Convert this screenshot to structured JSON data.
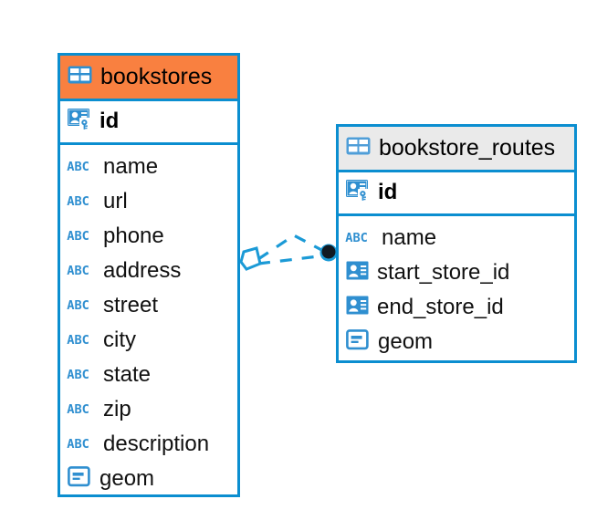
{
  "diagram": {
    "type": "entity-relationship-diagram",
    "background": "#ffffff",
    "accent_color": "#0b8ed0",
    "selected_color": "#f98040",
    "header_color": "#eaeaea",
    "entities": [
      {
        "name": "bookstores",
        "selected": true,
        "icon": "table-icon",
        "primary_key": {
          "label": "id",
          "icon": "primary-key-icon"
        },
        "fields": [
          {
            "label": "name",
            "icon": "abc-text-icon"
          },
          {
            "label": "url",
            "icon": "abc-text-icon"
          },
          {
            "label": "phone",
            "icon": "abc-text-icon"
          },
          {
            "label": "address",
            "icon": "abc-text-icon"
          },
          {
            "label": "street",
            "icon": "abc-text-icon"
          },
          {
            "label": "city",
            "icon": "abc-text-icon"
          },
          {
            "label": "state",
            "icon": "abc-text-icon"
          },
          {
            "label": "zip",
            "icon": "abc-text-icon"
          },
          {
            "label": "description",
            "icon": "abc-text-icon"
          },
          {
            "label": "geom",
            "icon": "geometry-icon"
          }
        ]
      },
      {
        "name": "bookstore_routes",
        "selected": false,
        "icon": "table-icon",
        "primary_key": {
          "label": "id",
          "icon": "primary-key-icon"
        },
        "fields": [
          {
            "label": "name",
            "icon": "abc-text-icon"
          },
          {
            "label": "start_store_id",
            "icon": "foreign-key-icon"
          },
          {
            "label": "end_store_id",
            "icon": "foreign-key-icon"
          },
          {
            "label": "geom",
            "icon": "geometry-icon"
          }
        ]
      }
    ],
    "relationships": [
      {
        "from": "bookstores.id",
        "to": "bookstore_routes.start_store_id",
        "style": "dashed"
      },
      {
        "from": "bookstores.id",
        "to": "bookstore_routes.end_store_id",
        "style": "dashed"
      }
    ]
  }
}
